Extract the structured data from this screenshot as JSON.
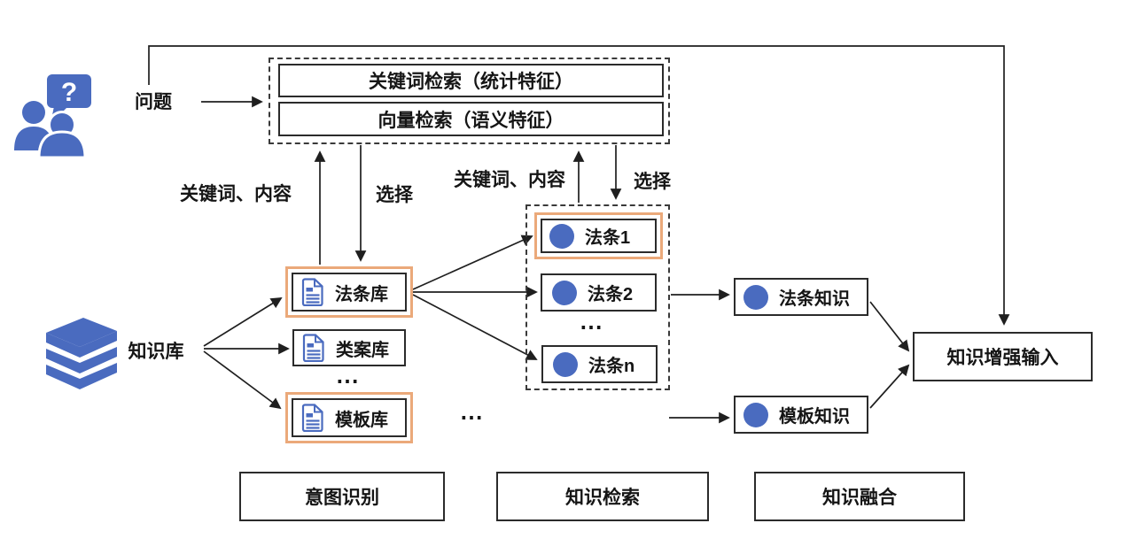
{
  "palette": {
    "blue": "#4a6bbf",
    "orange": "#eba97a",
    "line": "#1f1f1f"
  },
  "question": {
    "label": "问题"
  },
  "retrieval_panel": {
    "keyword_box": "关键词检索（统计特征）",
    "vector_box": "向量检索（语义特征）"
  },
  "edge_labels": {
    "keywords_content_left": "关键词、内容",
    "select_left": "选择",
    "keywords_content_right": "关键词、内容",
    "select_right": "选择"
  },
  "knowledge_base": {
    "label": "知识库"
  },
  "libraries": {
    "law": "法条库",
    "case": "类案库",
    "template": "模板库",
    "ellipsis_between": "⋯",
    "ellipsis_right": "⋯"
  },
  "law_items": {
    "item1": "法条1",
    "item2": "法条2",
    "ellipsis": "⋯",
    "itemn": "法条n"
  },
  "knowledge_nodes": {
    "law": "法条知识",
    "template": "模板知识"
  },
  "output": {
    "label": "知识增强输入"
  },
  "stages": {
    "intent": "意图识别",
    "retrieval": "知识检索",
    "fusion": "知识融合"
  }
}
